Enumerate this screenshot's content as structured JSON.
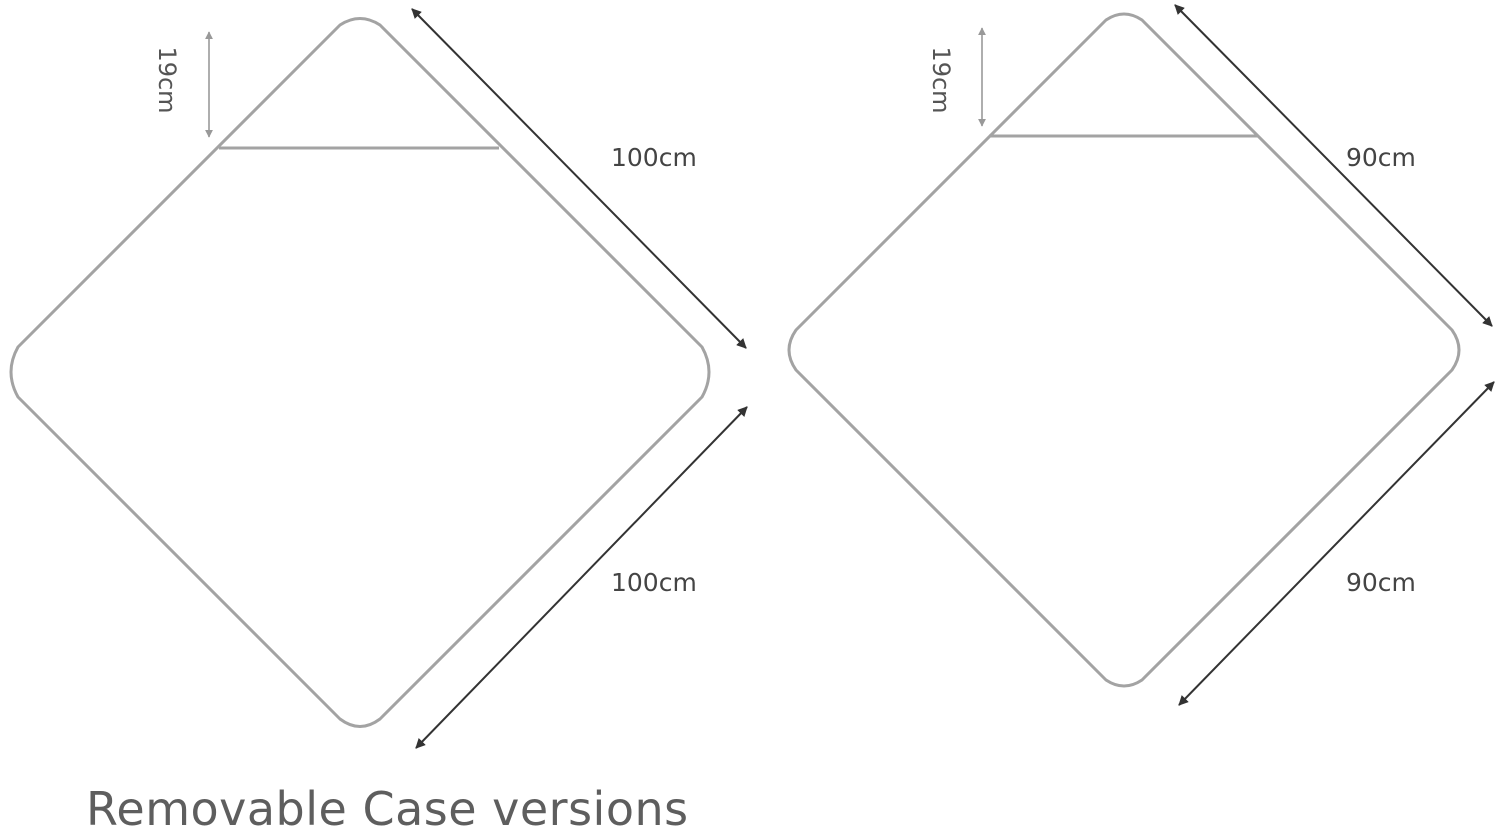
{
  "caption": "Removable Case versions",
  "colors": {
    "outline": "#a3a3a3",
    "dimension_arrow": "#333333",
    "hood_arrow": "#999999",
    "label_text": "#444444",
    "caption_text": "#5e5e5e"
  },
  "versions": [
    {
      "hood_height": "19cm",
      "upper_side_length": "100cm",
      "lower_side_length": "100cm"
    },
    {
      "hood_height": "19cm",
      "upper_side_length": "90cm",
      "lower_side_length": "90cm"
    }
  ]
}
